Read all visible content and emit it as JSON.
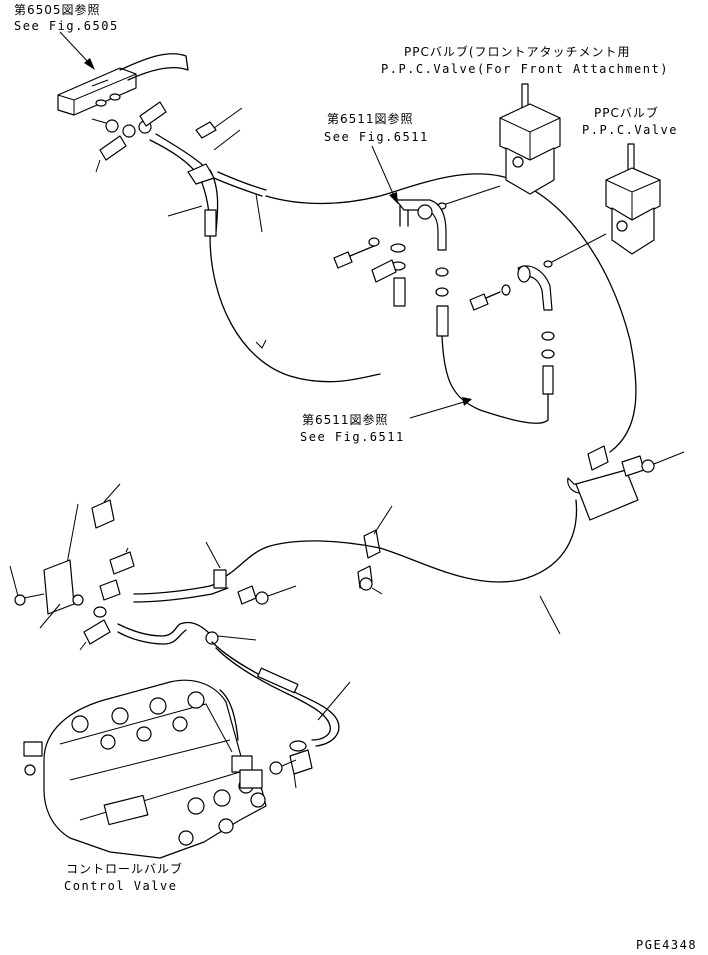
{
  "labels": {
    "ref_6505_jp": "第6505図参照",
    "ref_6505_en": "See Fig.6505",
    "ppc_front_jp": "PPCバルブ(フロントアタッチメント用",
    "ppc_front_en": "P.P.C.Valve(For Front Attachment)",
    "ppc_jp": "PPCバルブ",
    "ppc_en": "P.P.C.Valve",
    "ref_6511_top_jp": "第6511図参照",
    "ref_6511_top_en": "See Fig.6511",
    "ref_6511_mid_jp": "第6511図参照",
    "ref_6511_mid_en": "See Fig.6511",
    "control_valve_jp": "コントロールバルブ",
    "control_valve_en": "Control Valve",
    "page_code": "PGE4348"
  }
}
